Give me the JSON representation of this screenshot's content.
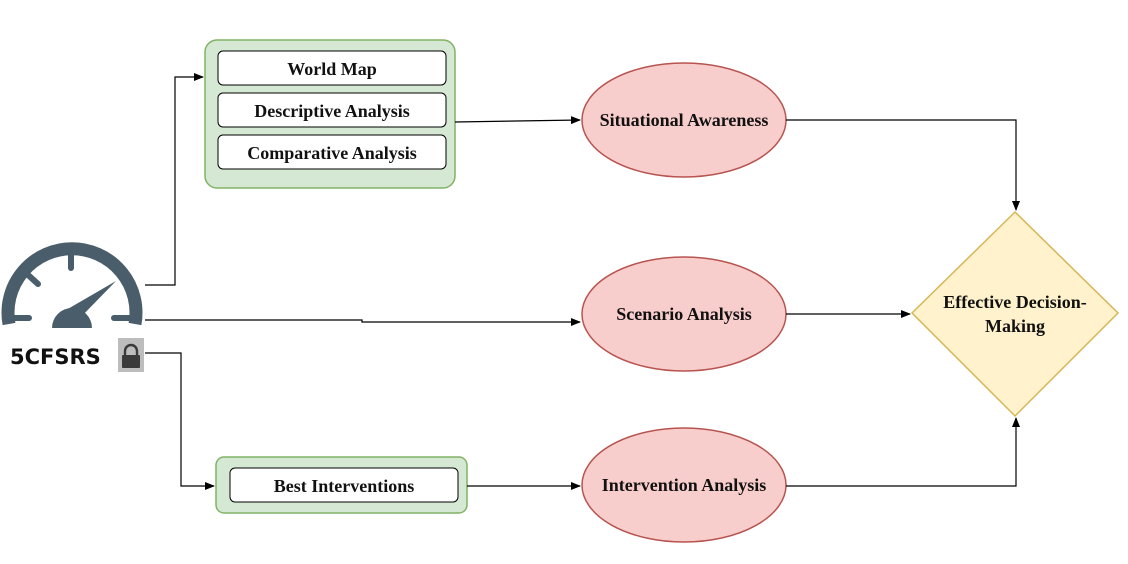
{
  "source": {
    "label": "5CFSRS",
    "gauge_icon": "speedometer-icon",
    "lock_icon": "lock-icon"
  },
  "top_group": {
    "items": [
      "World Map",
      "Descriptive Analysis",
      "Comparative Analysis"
    ]
  },
  "bottom_group": {
    "items": [
      "Best Interventions"
    ]
  },
  "analyses": {
    "situational": "Situational Awareness",
    "scenario": "Scenario Analysis",
    "intervention": "Intervention Analysis"
  },
  "decision": {
    "line1": "Effective Decision-",
    "line2": "Making"
  },
  "colors": {
    "group_fill": "#d5e8d4",
    "group_stroke": "#82b366",
    "ellipse_fill": "#f8cecc",
    "ellipse_stroke": "#b85450",
    "diamond_fill": "#fff2cc",
    "diamond_stroke": "#d6b656",
    "gauge": "#4a5d6b",
    "lock_bg": "#bdbdbd"
  }
}
